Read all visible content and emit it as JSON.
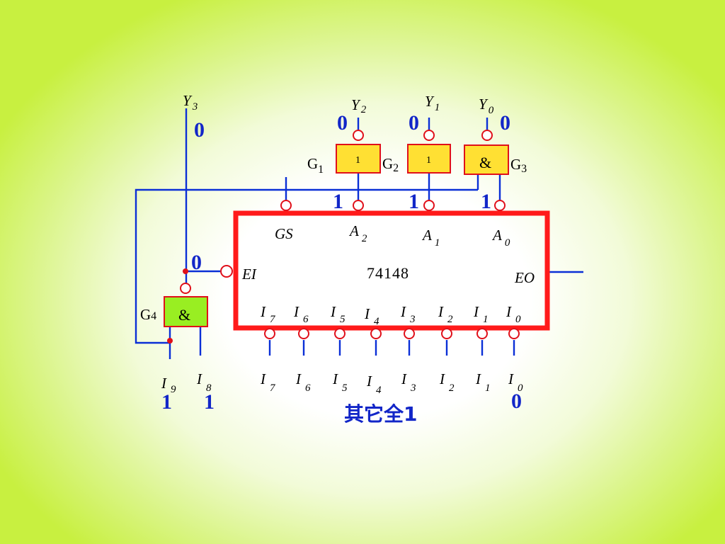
{
  "chip": {
    "name": "74148",
    "gs": "GS",
    "ei": "EI",
    "eo": "EO",
    "out_letter": "A",
    "out_subs": [
      "2",
      "1",
      "0"
    ],
    "in_letter": "I",
    "in_subs": [
      "7",
      "6",
      "5",
      "4",
      "3",
      "2",
      "1",
      "0"
    ]
  },
  "outputs": {
    "letter": "Y",
    "subs": [
      "3",
      "2",
      "1",
      "0"
    ]
  },
  "gates": {
    "g1": {
      "name": "G",
      "sub": "1",
      "symbol": "1"
    },
    "g2": {
      "name": "G",
      "sub": "2",
      "symbol": "1"
    },
    "g3": {
      "name": "G",
      "sub": "3",
      "symbol": "&"
    },
    "g4": {
      "name": "G",
      "sub": "4",
      "symbol": "&"
    }
  },
  "ext_inputs": {
    "letter": "I",
    "subs": [
      "9",
      "8",
      "7",
      "6",
      "5",
      "4",
      "3",
      "2",
      "1",
      "0"
    ]
  },
  "values": {
    "y3": "0",
    "y2": "0",
    "y1": "0",
    "y0": "0",
    "a2": "1",
    "a1": "1",
    "a0": "1",
    "ei": "0",
    "i9": "1",
    "i8": "1",
    "i0": "0"
  },
  "note": "其它全1",
  "colors": {
    "chip_border": "#ff1a1a",
    "wire": "#0a2fd6",
    "or_gate_fill": "#ffe033",
    "and_gate_fill": "#99ee22",
    "value_text": "#1226c8"
  }
}
